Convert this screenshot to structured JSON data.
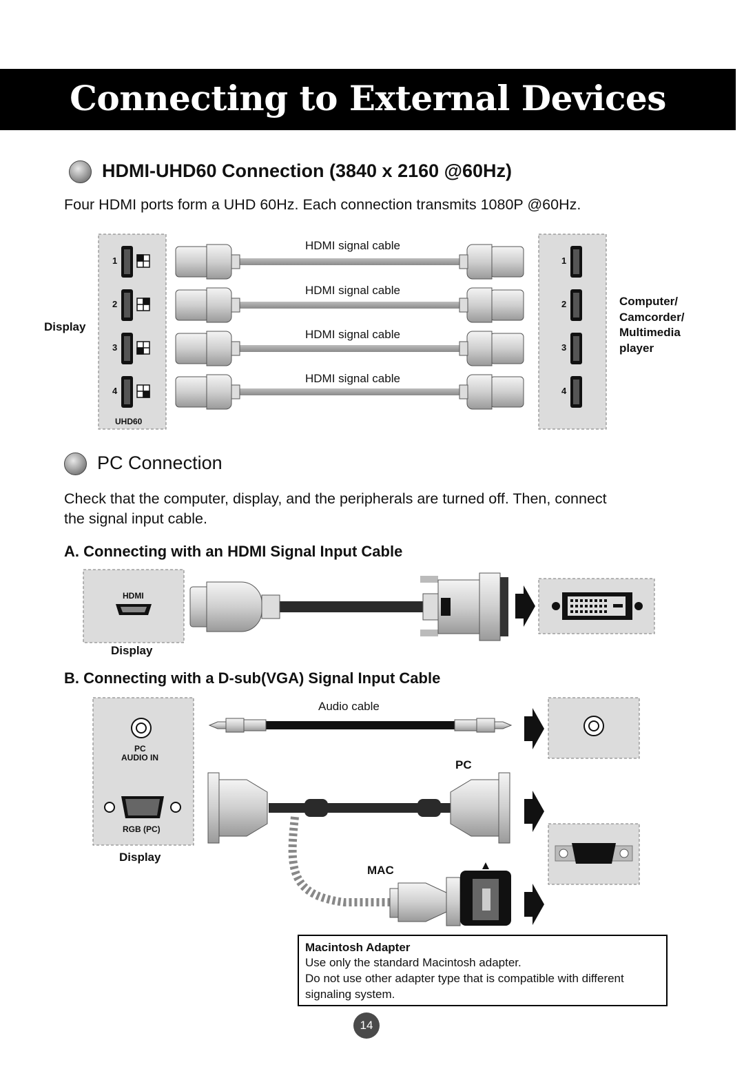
{
  "page": {
    "title": "Connecting to External Devices",
    "page_number": "14"
  },
  "hdmi_section": {
    "heading": "HDMI-UHD60 Connection (3840 x 2160 @60Hz)",
    "description": "Four HDMI ports form a UHD 60Hz. Each connection transmits 1080P @60Hz.",
    "display_label": "Display",
    "panel_label": "UHD60",
    "ports": [
      "1",
      "2",
      "3",
      "4"
    ],
    "cable_labels": [
      "HDMI signal cable",
      "HDMI signal cable",
      "HDMI signal cable",
      "HDMI signal cable"
    ],
    "source_label": [
      "Computer/",
      "Camcorder/",
      "Multimedia",
      "player"
    ]
  },
  "pc_section": {
    "heading": "PC Connection",
    "description_line1": "Check that the computer, display, and the peripherals are turned off. Then, connect",
    "description_line2": "the signal input cable.",
    "sub_a": {
      "heading": "A. Connecting with an HDMI Signal Input Cable",
      "port_label": "HDMI",
      "display_label": "Display"
    },
    "sub_b": {
      "heading": "B. Connecting with a D-sub(VGA) Signal Input Cable",
      "audio_cable_label": "Audio cable",
      "audio_port_label_1": "PC",
      "audio_port_label_2": "AUDIO IN",
      "rgb_port_label": "RGB (PC)",
      "display_label": "Display",
      "pc_label": "PC",
      "mac_label": "MAC"
    }
  },
  "note": {
    "title": "Macintosh Adapter",
    "line1": "Use only the standard Macintosh adapter.",
    "line2": "Do not use other adapter type that is compatible with different",
    "line3": "signaling system."
  }
}
